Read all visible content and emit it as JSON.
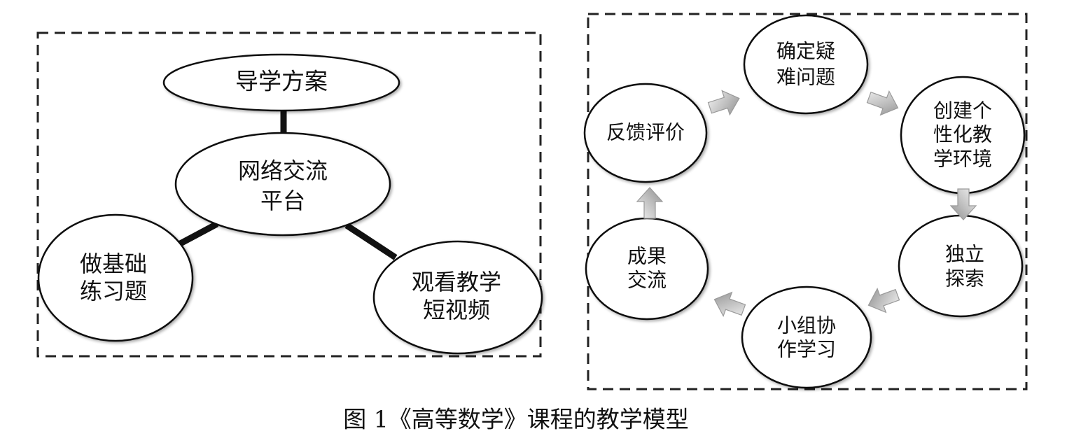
{
  "left_panel": {
    "top_node": "导学方案",
    "center_node": [
      "网络交流",
      "平台"
    ],
    "left_node": [
      "做基础",
      "练习题"
    ],
    "right_node": [
      "观看教学",
      "短视频"
    ]
  },
  "right_panel": {
    "cycle_nodes": [
      [
        "确定疑",
        "难问题"
      ],
      [
        "创建个",
        "性化教",
        "学环境"
      ],
      [
        "独立",
        "探索"
      ],
      [
        "小组协",
        "作学习"
      ],
      [
        "成果",
        "交流"
      ],
      [
        "反馈评价"
      ]
    ]
  },
  "caption": "图 1《高等数学》课程的教学模型"
}
